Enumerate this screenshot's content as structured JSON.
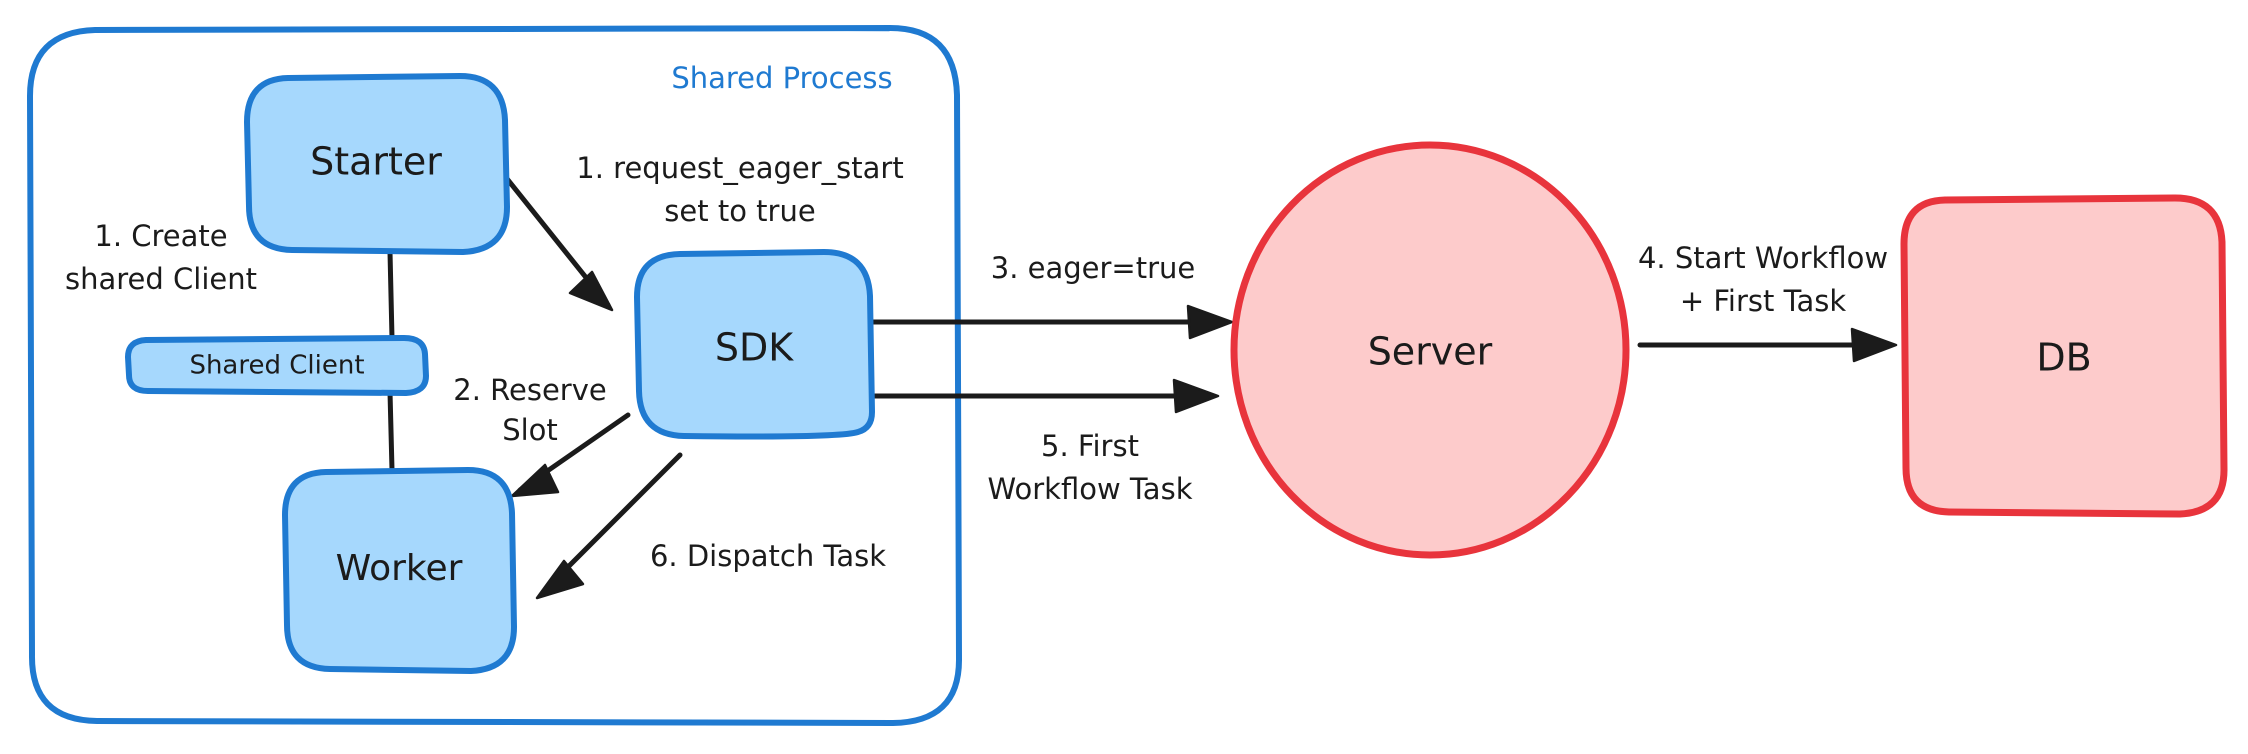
{
  "diagram": {
    "title_group": "Shared Process",
    "accent_blue_stroke": "#1f7ad1",
    "accent_blue_fill": "#a6d8fd",
    "accent_red_stroke": "#e8343c",
    "accent_red_fill": "#fdcbcb",
    "line_color": "#1b1b1b",
    "background": "#ffffff"
  },
  "nodes": [
    {
      "id": "starter",
      "label": "Starter",
      "shape": "rounded-rect",
      "color_role": "blue",
      "font_size": 38
    },
    {
      "id": "shared-client",
      "label": "Shared Client",
      "shape": "rounded-rect",
      "color_role": "blue",
      "font_size": 26
    },
    {
      "id": "worker",
      "label": "Worker",
      "shape": "rounded-rect",
      "color_role": "blue",
      "font_size": 36
    },
    {
      "id": "sdk",
      "label": "SDK",
      "shape": "rounded-rect",
      "color_role": "blue",
      "font_size": 38
    },
    {
      "id": "server",
      "label": "Server",
      "shape": "ellipse",
      "color_role": "red",
      "font_size": 38
    },
    {
      "id": "db",
      "label": "DB",
      "shape": "rounded-rect",
      "color_role": "red",
      "font_size": 38
    }
  ],
  "edges": [
    {
      "id": "e1-create",
      "label_lines": [
        "1. Create",
        "shared Client"
      ],
      "from": "starter",
      "to": "shared-client"
    },
    {
      "id": "e1-eager",
      "label_lines": [
        "1. request_eager_start",
        "set to true"
      ],
      "from": "starter",
      "to": "sdk"
    },
    {
      "id": "e2-reserve",
      "label_lines": [
        "2. Reserve",
        "Slot"
      ],
      "from": "sdk",
      "to": "worker"
    },
    {
      "id": "e3-eager-true",
      "label_lines": [
        "3. eager=true"
      ],
      "from": "sdk",
      "to": "server"
    },
    {
      "id": "e4-start-workflow",
      "label_lines": [
        "4. Start Workflow",
        "+ First Task"
      ],
      "from": "server",
      "to": "db"
    },
    {
      "id": "e5-first-task",
      "label_lines": [
        "5. First",
        "Workflow Task"
      ],
      "from": "sdk",
      "to": "server"
    },
    {
      "id": "e6-dispatch",
      "label_lines": [
        "6. Dispatch Task"
      ],
      "from": "sdk",
      "to": "worker"
    }
  ]
}
